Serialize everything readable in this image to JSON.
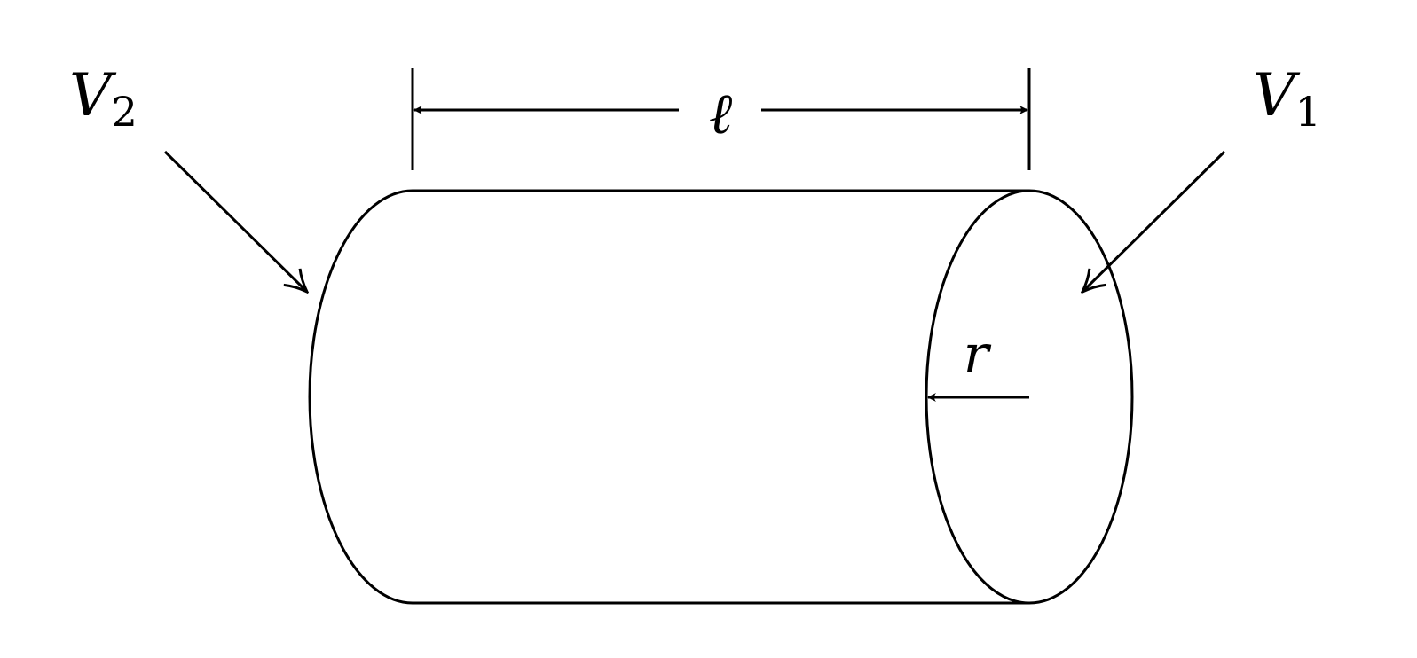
{
  "labels": {
    "length": "ℓ",
    "radius": "r",
    "v2_main": "V",
    "v2_sub": "2",
    "v1_main": "V",
    "v1_sub": "1"
  },
  "colors": {
    "stroke": "#000000",
    "background": "#ffffff"
  }
}
